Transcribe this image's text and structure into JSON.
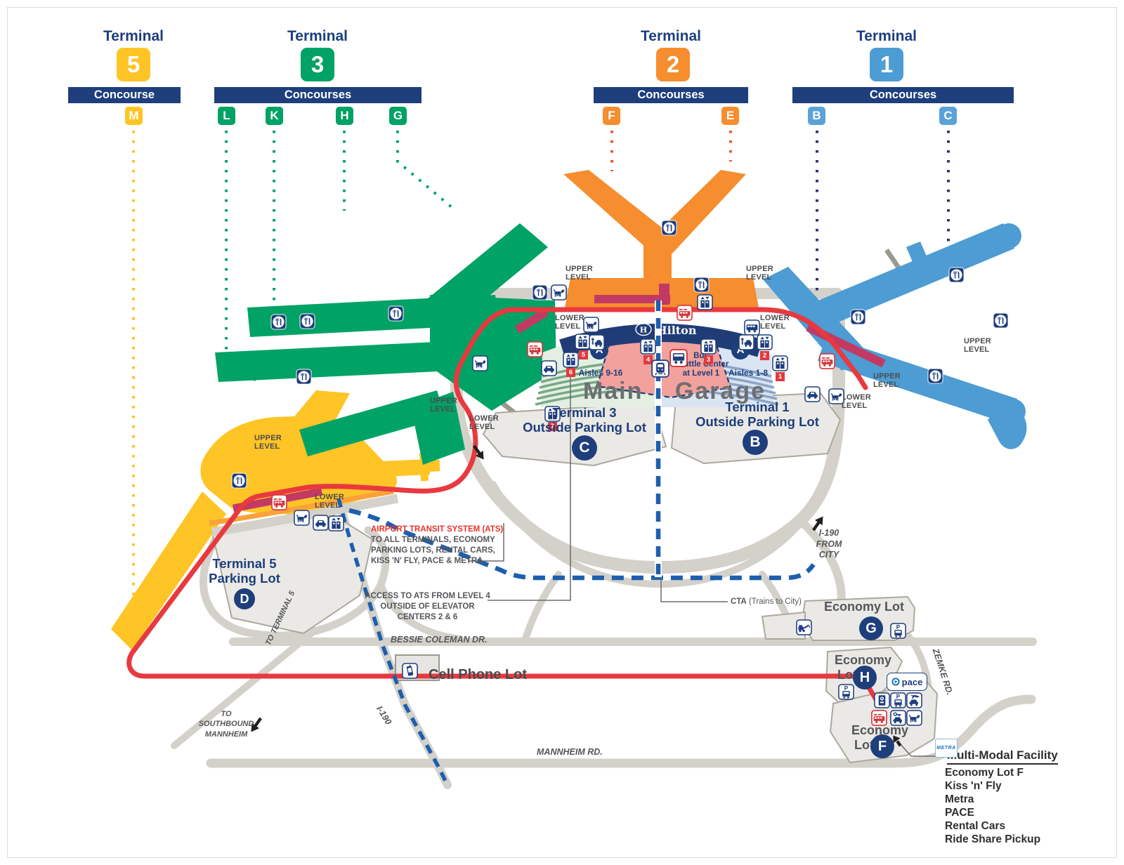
{
  "terminals": [
    {
      "title": "Terminal",
      "number": "5",
      "concourse_label": "Concourse",
      "letters": [
        "M"
      ]
    },
    {
      "title": "Terminal",
      "number": "3",
      "concourse_label": "Concourses",
      "letters": [
        "L",
        "K",
        "H",
        "G"
      ]
    },
    {
      "title": "Terminal",
      "number": "2",
      "concourse_label": "Concourses",
      "letters": [
        "F",
        "E"
      ]
    },
    {
      "title": "Terminal",
      "number": "1",
      "concourse_label": "Concourses",
      "letters": [
        "B",
        "C"
      ]
    }
  ],
  "colors": {
    "navy": "#1E3E7C",
    "yellow": "#FFC425",
    "green": "#00A265",
    "orange": "#F68D2E",
    "blue": "#4D9CD3",
    "red_route": "#E8393F",
    "crimson": "#C23A64",
    "road_gray": "#D4D1CA",
    "ats_blue": "#1D5FAE"
  },
  "levels": {
    "upper": "UPPER LEVEL",
    "lower": "LOWER LEVEL"
  },
  "garage": {
    "name": "Main Garage",
    "hotel": "Hilton",
    "hotel_logo": "H",
    "zone_letter": "A",
    "aisles_left": "Aisles 9-16",
    "aisles_right": "Aisles 1-8",
    "bus_shuttle": "Bus\nShuttle Center\nat Level 1",
    "elevators": [
      "1",
      "2",
      "3",
      "4",
      "5",
      "6",
      "7"
    ]
  },
  "parking": {
    "t3": {
      "line1": "Terminal 3",
      "line2": "Outside Parking Lot",
      "letter": "C"
    },
    "t1": {
      "line1": "Terminal 1",
      "line2": "Outside Parking Lot",
      "letter": "B"
    },
    "t5": {
      "line1": "Terminal 5",
      "line2": "Parking Lot",
      "letter": "D"
    },
    "econ_g": {
      "name": "Economy Lot",
      "letter": "G"
    },
    "econ_h": {
      "line1": "Economy",
      "line2": "Lot",
      "letter": "H"
    },
    "econ_f": {
      "line1": "Economy",
      "line2": "Lot",
      "letter": "F"
    },
    "cell": "Cell Phone Lot"
  },
  "roads": {
    "bessie": "BESSIE COLEMAN DR.",
    "mannheim": "MANNHEIM RD.",
    "zemke": "ZEMKE RD.",
    "i190": "I-190",
    "i190_from_city": "I-190\nFROM\nCITY",
    "to_southbound": "TO\nSOUTHBOUND\nMANNHEIM",
    "to_terminal5": "TO TERMINAL 5"
  },
  "ats": {
    "title": "AIRPORT TRANSIT SYSTEM (ATS)",
    "desc": "TO ALL TERMINALS, ECONOMY\nPARKING LOTS, RENTAL CARS,\nKISS 'N' FLY, PACE & METRA",
    "access": "ACCESS TO ATS FROM LEVEL 4\nOUTSIDE OF ELEVATOR CENTERS 2 & 6"
  },
  "cta": {
    "bold": "CTA",
    "rest": " (Trains to City)"
  },
  "multimodal": {
    "title": "Multi-Modal Facility",
    "items": [
      "Economy Lot F",
      "Kiss 'n' Fly",
      "Metra",
      "PACE",
      "Rental Cars",
      "Ride Share Pickup"
    ]
  },
  "brands": {
    "pace": "pace",
    "metra": "METRA"
  }
}
